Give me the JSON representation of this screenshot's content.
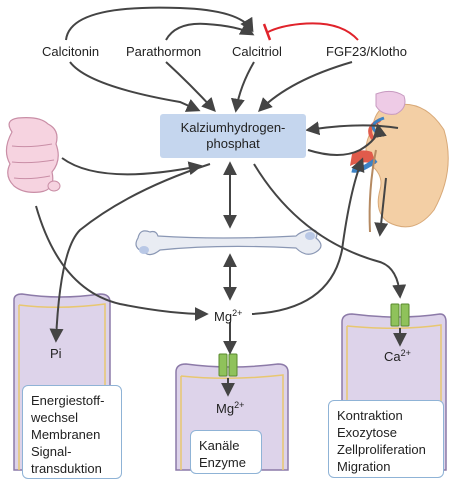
{
  "top_labels": {
    "calcitonin": "Calcitonin",
    "parathormon": "Parathormon",
    "calcitriol": "Calcitriol",
    "fgf23": "FGF23/Klotho"
  },
  "center": {
    "line1": "Kalziumhydrogen-",
    "line2": "phosphat"
  },
  "mg_center": {
    "base": "Mg",
    "sup": "2+"
  },
  "cells": {
    "left": {
      "ion": "Pi",
      "functions": [
        "Energiestoff-",
        "wechsel",
        "Membranen",
        "Signal-",
        "transduktion"
      ]
    },
    "middle": {
      "ion_base": "Mg",
      "ion_sup": "2+",
      "functions": [
        "Kanäle",
        "Enzyme"
      ]
    },
    "right": {
      "ion_base": "Ca",
      "ion_sup": "2+",
      "functions": [
        "Kontraktion",
        "Exozytose",
        "Zellproliferation",
        "Migration"
      ]
    }
  },
  "colors": {
    "center_box": "#c5d6ee",
    "cell_fill": "#ddd3ea",
    "cell_border": "#8c7aa8",
    "cell_membrane_inner": "#e8c770",
    "channel": "#8fc25b",
    "inhibition": "#e0232b",
    "arrow": "#444444",
    "kidney": "#f3cfa5",
    "bone": "#e9ecf3"
  }
}
